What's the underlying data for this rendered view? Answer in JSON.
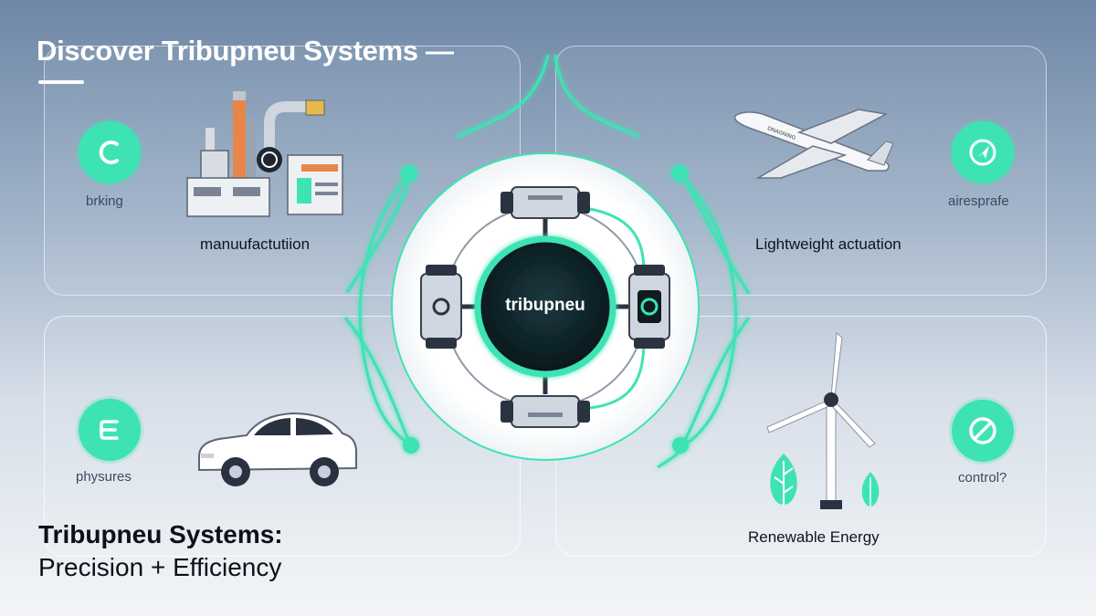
{
  "header": {
    "title": "Discover Tribupneu Systems —"
  },
  "center": {
    "label": "tribupneu"
  },
  "panels": {
    "manufacturing": {
      "badge_label": "brking",
      "caption": "manuufactutiion",
      "icon": "c-letter-icon"
    },
    "aerospace": {
      "badge_label": "airesprafe",
      "caption": "Lightweight actuation",
      "plane_text": "DNAGNING",
      "icon": "navigation-arrow-icon"
    },
    "automotive": {
      "badge_label": "physures",
      "caption": "",
      "icon": "e-letter-icon"
    },
    "energy": {
      "badge_label": "control?",
      "caption": "Renewable Energy",
      "icon": "slash-circle-icon"
    }
  },
  "footer": {
    "title": "Tribupneu Systems:",
    "subtitle": "Precision + Efficiency"
  },
  "colors": {
    "accent": "#3ee3b4",
    "core": "#0f2a2e",
    "text_dark": "#0d1117"
  }
}
